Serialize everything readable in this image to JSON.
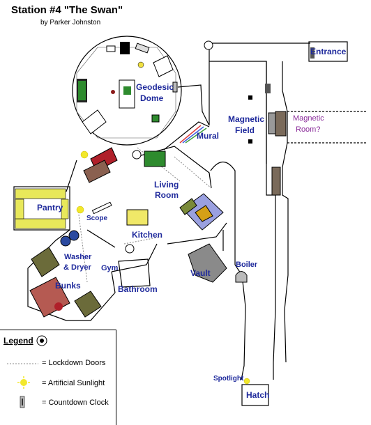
{
  "header": {
    "title": "Station #4 \"The Swan\"",
    "author": "by Parker Johnston"
  },
  "rooms": {
    "entrance": "Entrance",
    "geodesic_dome_1": "Geodesic",
    "geodesic_dome_2": "Dome",
    "mural": "Mural",
    "magnetic_field_1": "Magnetic",
    "magnetic_field_2": "Field",
    "magnetic_room_1": "Magnetic",
    "magnetic_room_2": "Room?",
    "living_room_1": "Living",
    "living_room_2": "Room",
    "pantry": "Pantry",
    "scope": "Scope",
    "kitchen": "Kitchen",
    "washer_dryer_1": "Washer",
    "washer_dryer_2": "& Dryer",
    "gym": "Gym",
    "bunks": "Bunks",
    "bathroom": "Bathroom",
    "vault": "Vault",
    "boiler": "Boiler",
    "spotlight": "Spotlight",
    "hatch": "Hatch"
  },
  "legend": {
    "title": "Legend",
    "items": [
      {
        "label": "= Lockdown Doors",
        "icon": "dotted-line-icon"
      },
      {
        "label": "= Artificial Sunlight",
        "icon": "sunburst-icon"
      },
      {
        "label": "= Countdown Clock",
        "icon": "clock-icon"
      }
    ]
  },
  "colors": {
    "room_label": "#1f2a9c",
    "mystery_label": "#8a2c9a",
    "sunlight": "#f2e82b",
    "bunk": "#b55a52",
    "olive": "#6b6b3a",
    "pantry_shelf": "#e8e85a",
    "vault": "#8a8a8a",
    "carpet": "#9aa0e0"
  }
}
